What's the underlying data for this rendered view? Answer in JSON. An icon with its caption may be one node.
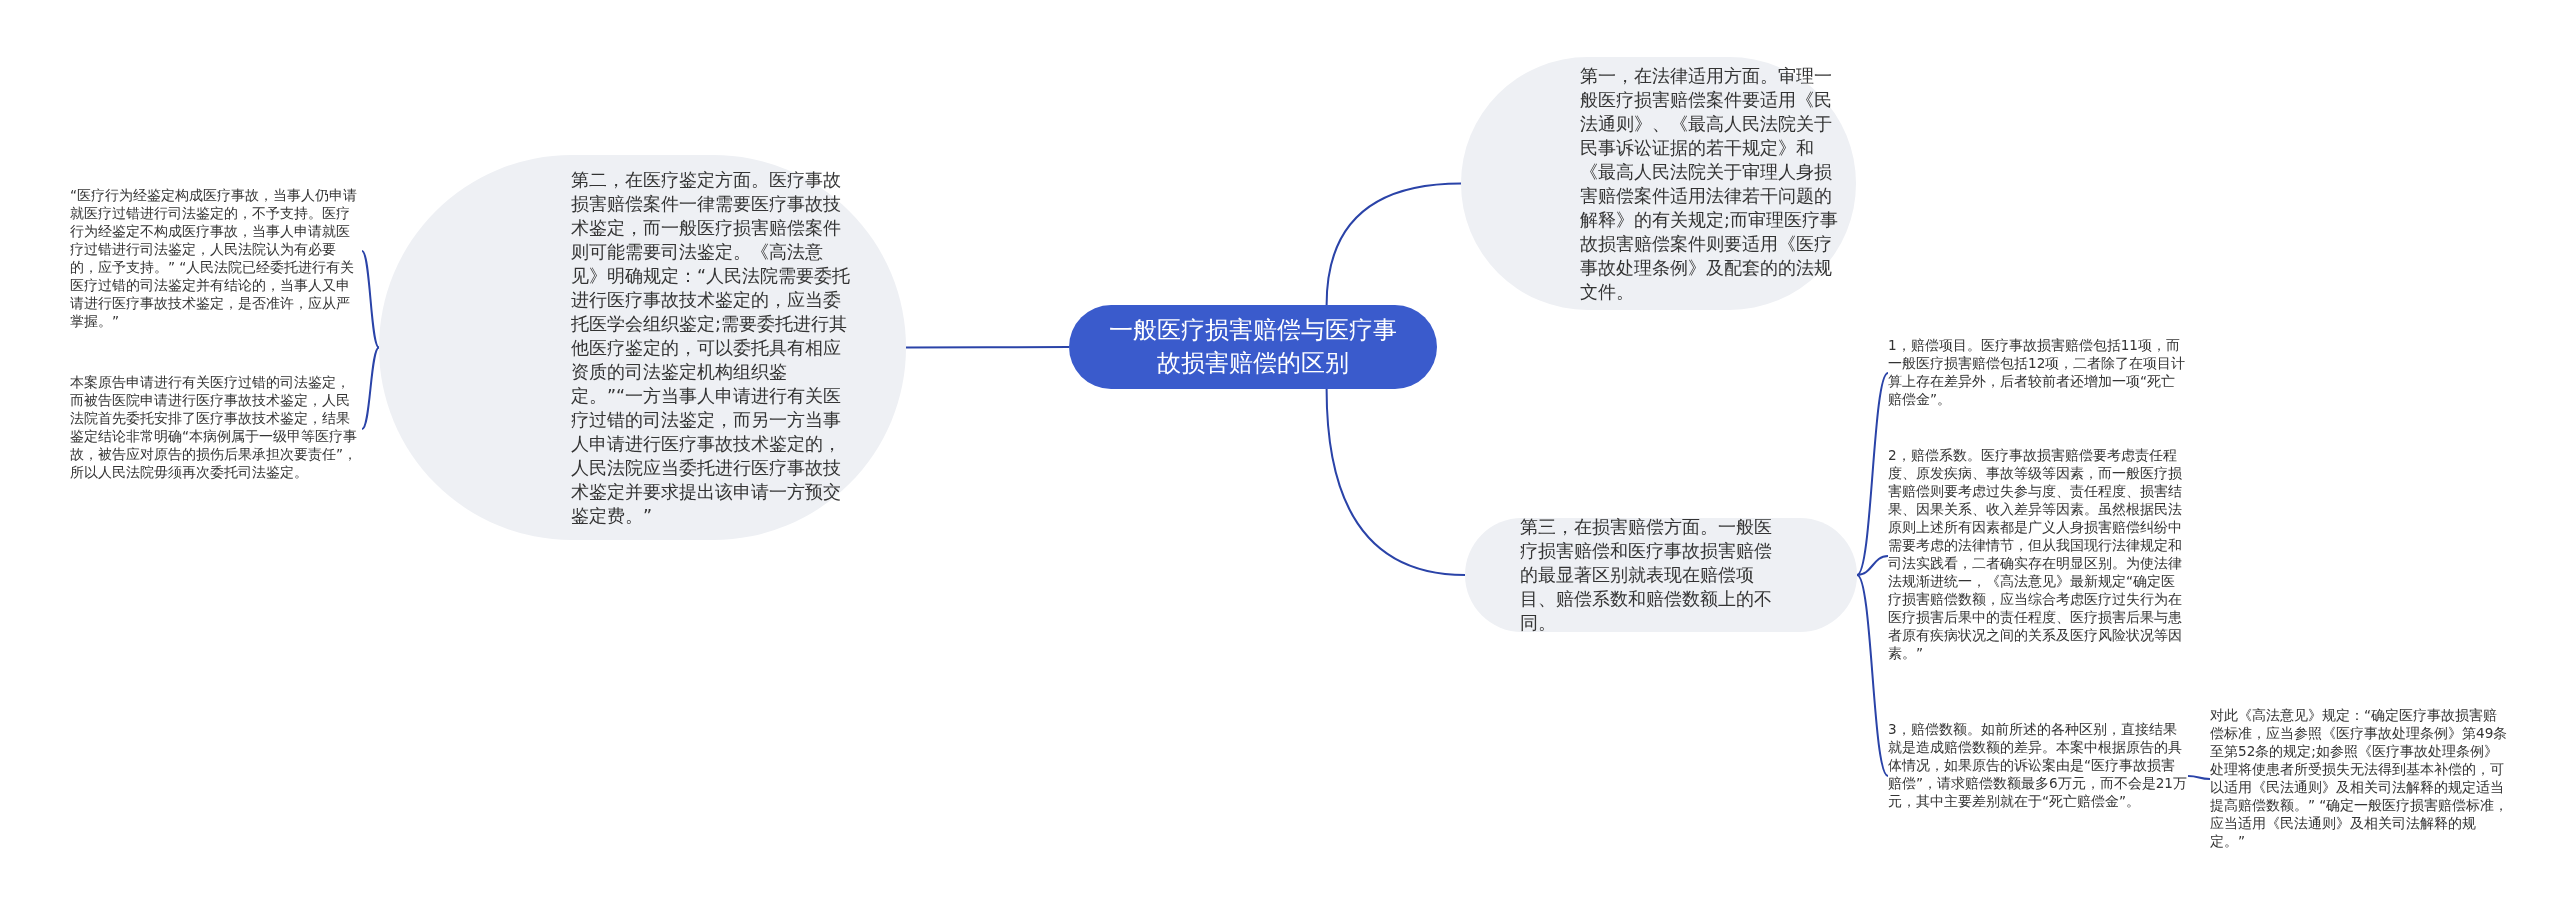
{
  "diagram": {
    "nodes": [
      {
        "text": [
          "一般医疗损害赔偿与医疗事故损害赔偿的区别"
        ]
      },
      {
        "text": [
          "第一，在法律适用方面。审理一般医疗损害赔偿案件要适用《民法通则》、《最高人民法院关于民事诉讼证据的若干规定》和《最高人民法院关于审理人身损害赔偿案件适用法律若干问题的解释》的有关规定;而审理医疗事故损害赔偿案件则要适用《医疗事故处理条例》及配套的的法规文件。"
        ]
      },
      {
        "text": [
          "第二，在医疗鉴定方面。医疗事故损害赔偿案件一律需要医疗事故技术鉴定，而一般医疗损害赔偿案件则可能需要司法鉴定。《高法意见》明确规定：“人民法院需要委托进行医疗事故技术鉴定的，应当委托医学会组织鉴定;需要委托进行其他医疗鉴定的，可以委托具有相应资质的司法鉴定机构组织鉴定。”“一方当事人申请进行有关医疗过错的司法鉴定，而另一方当事人申请进行医疗事故技术鉴定的，人民法院应当委托进行医疗事故技术鉴定并要求提出该申请一方预交鉴定费。”"
        ]
      },
      {
        "text": [
          "“医疗行为经鉴定构成医疗事故，当事人仍申请就医疗过错进行司法鉴定的，不予支持。医疗行为经鉴定不构成医疗事故，当事人申请就医疗过错进行司法鉴定，人民法院认为有必要的，应予支持。” “人民法院已经委托进行有关医疗过错的司法鉴定并有结论的，当事人又申请进行医疗事故技术鉴定，是否准许，应从严掌握。”"
        ]
      },
      {
        "text": [
          "本案原告申请进行有关医疗过错的司法鉴定，而被告医院申请进行医疗事故技术鉴定，人民法院首先委托安排了医疗事故技术鉴定，结果鉴定结论非常明确“本病例属于一级甲等医疗事故，被告应对原告的损伤后果承担次要责任”，所以人民法院毋须再次委托司法鉴定。"
        ]
      },
      {
        "text": [
          "第三，在损害赔偿方面。一般医疗损害赔偿和医疗事故损害赔偿的最显著区别就表现在赔偿项目、赔偿系数和赔偿数额上的不同。"
        ]
      },
      {
        "text": [
          "1，赔偿项目。医疗事故损害赔偿包括11项，而一般医疗损害赔偿包括12项，二者除了在项目计算上存在差异外，后者较前者还增加一项“死亡赔偿金”。"
        ]
      },
      {
        "text": [
          "2，赔偿系数。医疗事故损害赔偿要考虑责任程度、原发疾病、事故等级等因素，而一般医疗损害赔偿则要考虑过失参与度、责任程度、损害结果、因果关系、收入差异等因素。虽然根据民法原则上述所有因素都是广义人身损害赔偿纠纷中需要考虑的法律情节，但从我国现行法律规定和司法实践看，二者确实存在明显区别。为使法律法规渐进统一，《高法意见》最新规定“确定医疗损害赔偿数额，应当综合考虑医疗过失行为在医疗损害后果中的责任程度、医疗损害后果与患者原有疾病状况之间的关系及医疗风险状况等因素。”"
        ]
      },
      {
        "text": [
          "3，赔偿数额。如前所述的各种区别，直接结果就是造成赔偿数额的差异。本案中根据原告的具体情况，如果原告的诉讼案由是“医疗事故损害赔偿”，请求赔偿数额最多6万元，而不会是21万元，其中主要差别就在于“死亡赔偿金”。"
        ]
      },
      {
        "text": [
          "对此《高法意见》规定：“确定医疗事故损害赔偿标准，应当参照《医疗事故处理条例》第49条至第52条的规定;如参照《医疗事故处理条例》处理将使患者所受损失无法得到基本补偿的，可以适用《民法通则》及相关司法解释的规定适当提高赔偿数额。” “确定一般医疗损害赔偿标准，应当适用《民法通则》及相关司法解释的规定。”"
        ]
      }
    ],
    "edges": [
      {
        "from": 0,
        "to": 1,
        "arrow": "none"
      },
      {
        "from": 0,
        "to": 2,
        "arrow": "none"
      },
      {
        "from": 2,
        "to": 3,
        "arrow": "none"
      },
      {
        "from": 2,
        "to": 4,
        "arrow": "none"
      },
      {
        "from": 0,
        "to": 5,
        "arrow": "none"
      },
      {
        "from": 5,
        "to": 6,
        "arrow": "none"
      },
      {
        "from": 5,
        "to": 7,
        "arrow": "none"
      },
      {
        "from": 5,
        "to": 8,
        "arrow": "none"
      },
      {
        "from": 8,
        "to": 9,
        "arrow": "none"
      }
    ]
  }
}
